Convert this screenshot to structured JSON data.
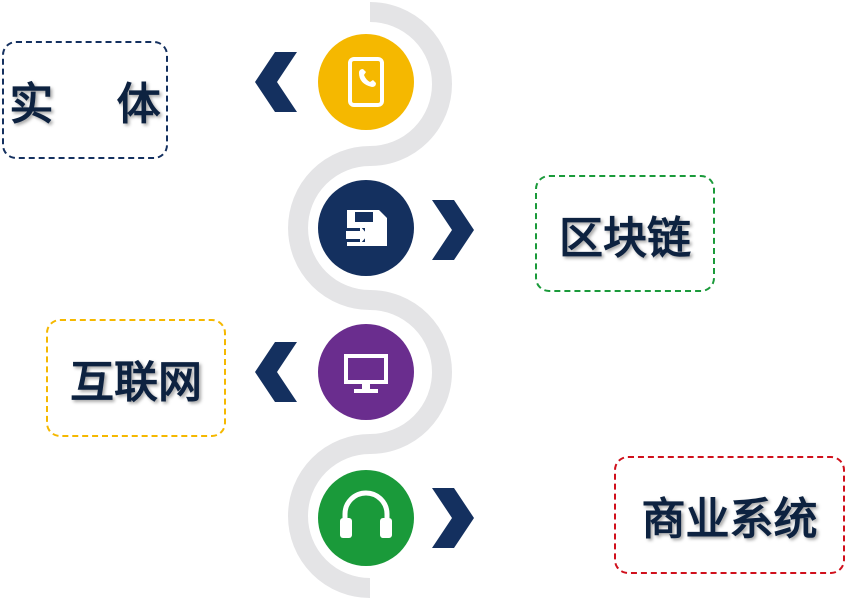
{
  "labels": {
    "entity": "实 体",
    "blockchain": "区块链",
    "internet": "互联网",
    "business": "商业系统"
  },
  "icons": [
    {
      "name": "phone-tablet-icon",
      "color": "#f5b800"
    },
    {
      "name": "save-export-icon",
      "color": "#14305f"
    },
    {
      "name": "monitor-icon",
      "color": "#6a2d8e"
    },
    {
      "name": "headphones-icon",
      "color": "#1a9a3a"
    }
  ],
  "colors": {
    "track": "#e4e4e6",
    "chevron": "#14305f",
    "entity_border": "#14305f",
    "blockchain_border": "#1a9a3a",
    "internet_border": "#f5b800",
    "business_border": "#d0101c"
  }
}
